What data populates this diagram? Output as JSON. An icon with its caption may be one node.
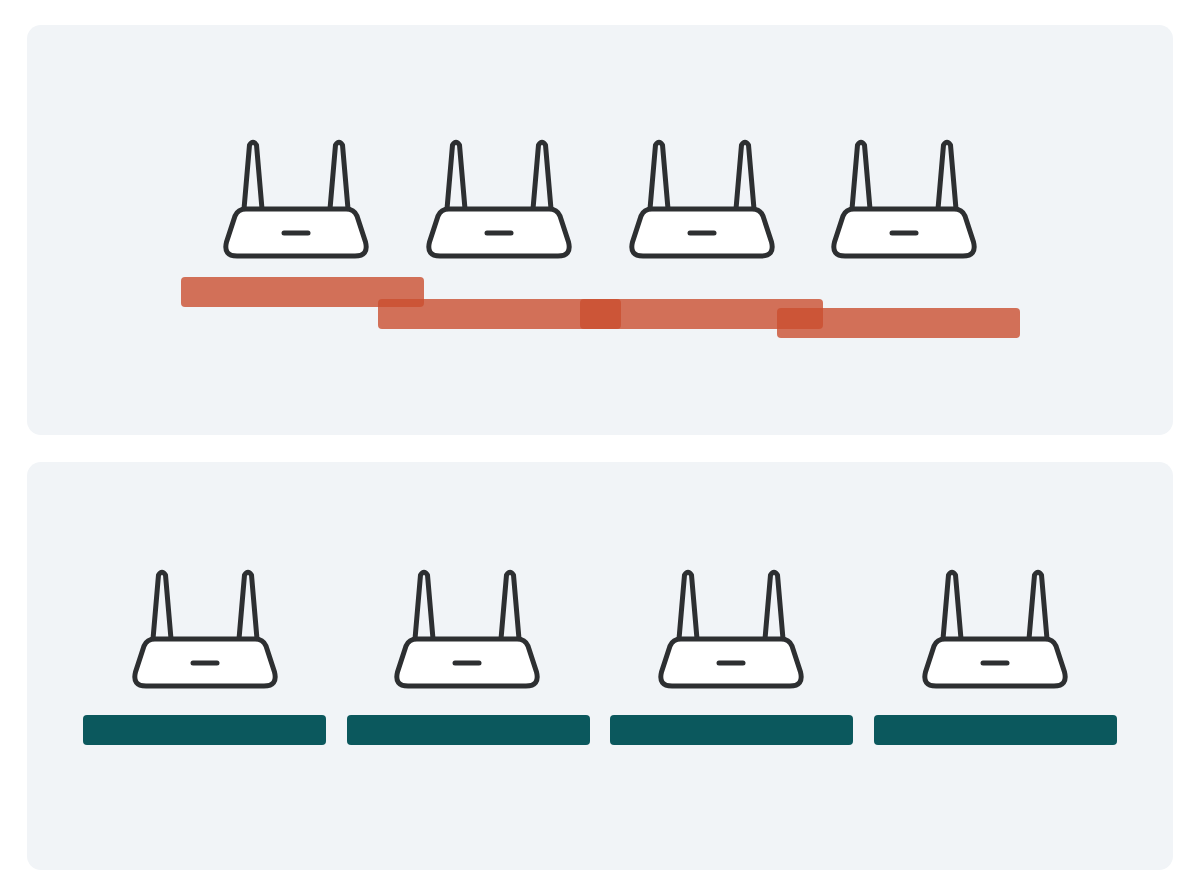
{
  "diagram": {
    "nodes": [
      {
        "text": [],
        "shape": "box"
      },
      {
        "text": [],
        "shape": "picture",
        "in": 0
      },
      {
        "text": [],
        "shape": "picture",
        "in": 0
      },
      {
        "text": [],
        "shape": "picture",
        "in": 0
      },
      {
        "text": [],
        "shape": "picture",
        "in": 0
      },
      {
        "text": [],
        "shape": "bar",
        "in": 0
      },
      {
        "text": [],
        "shape": "bar",
        "in": 0
      },
      {
        "text": [],
        "shape": "bar",
        "in": 0
      },
      {
        "text": [],
        "shape": "bar",
        "in": 0
      },
      {
        "text": [],
        "shape": "box"
      },
      {
        "text": [],
        "shape": "picture",
        "in": 9
      },
      {
        "text": [],
        "shape": "picture",
        "in": 9
      },
      {
        "text": [],
        "shape": "picture",
        "in": 9
      },
      {
        "text": [],
        "shape": "picture",
        "in": 9
      },
      {
        "text": [],
        "shape": "bar",
        "in": 9
      },
      {
        "text": [],
        "shape": "bar",
        "in": 9
      },
      {
        "text": [],
        "shape": "bar",
        "in": 9
      },
      {
        "text": [],
        "shape": "bar",
        "in": 9
      }
    ]
  }
}
